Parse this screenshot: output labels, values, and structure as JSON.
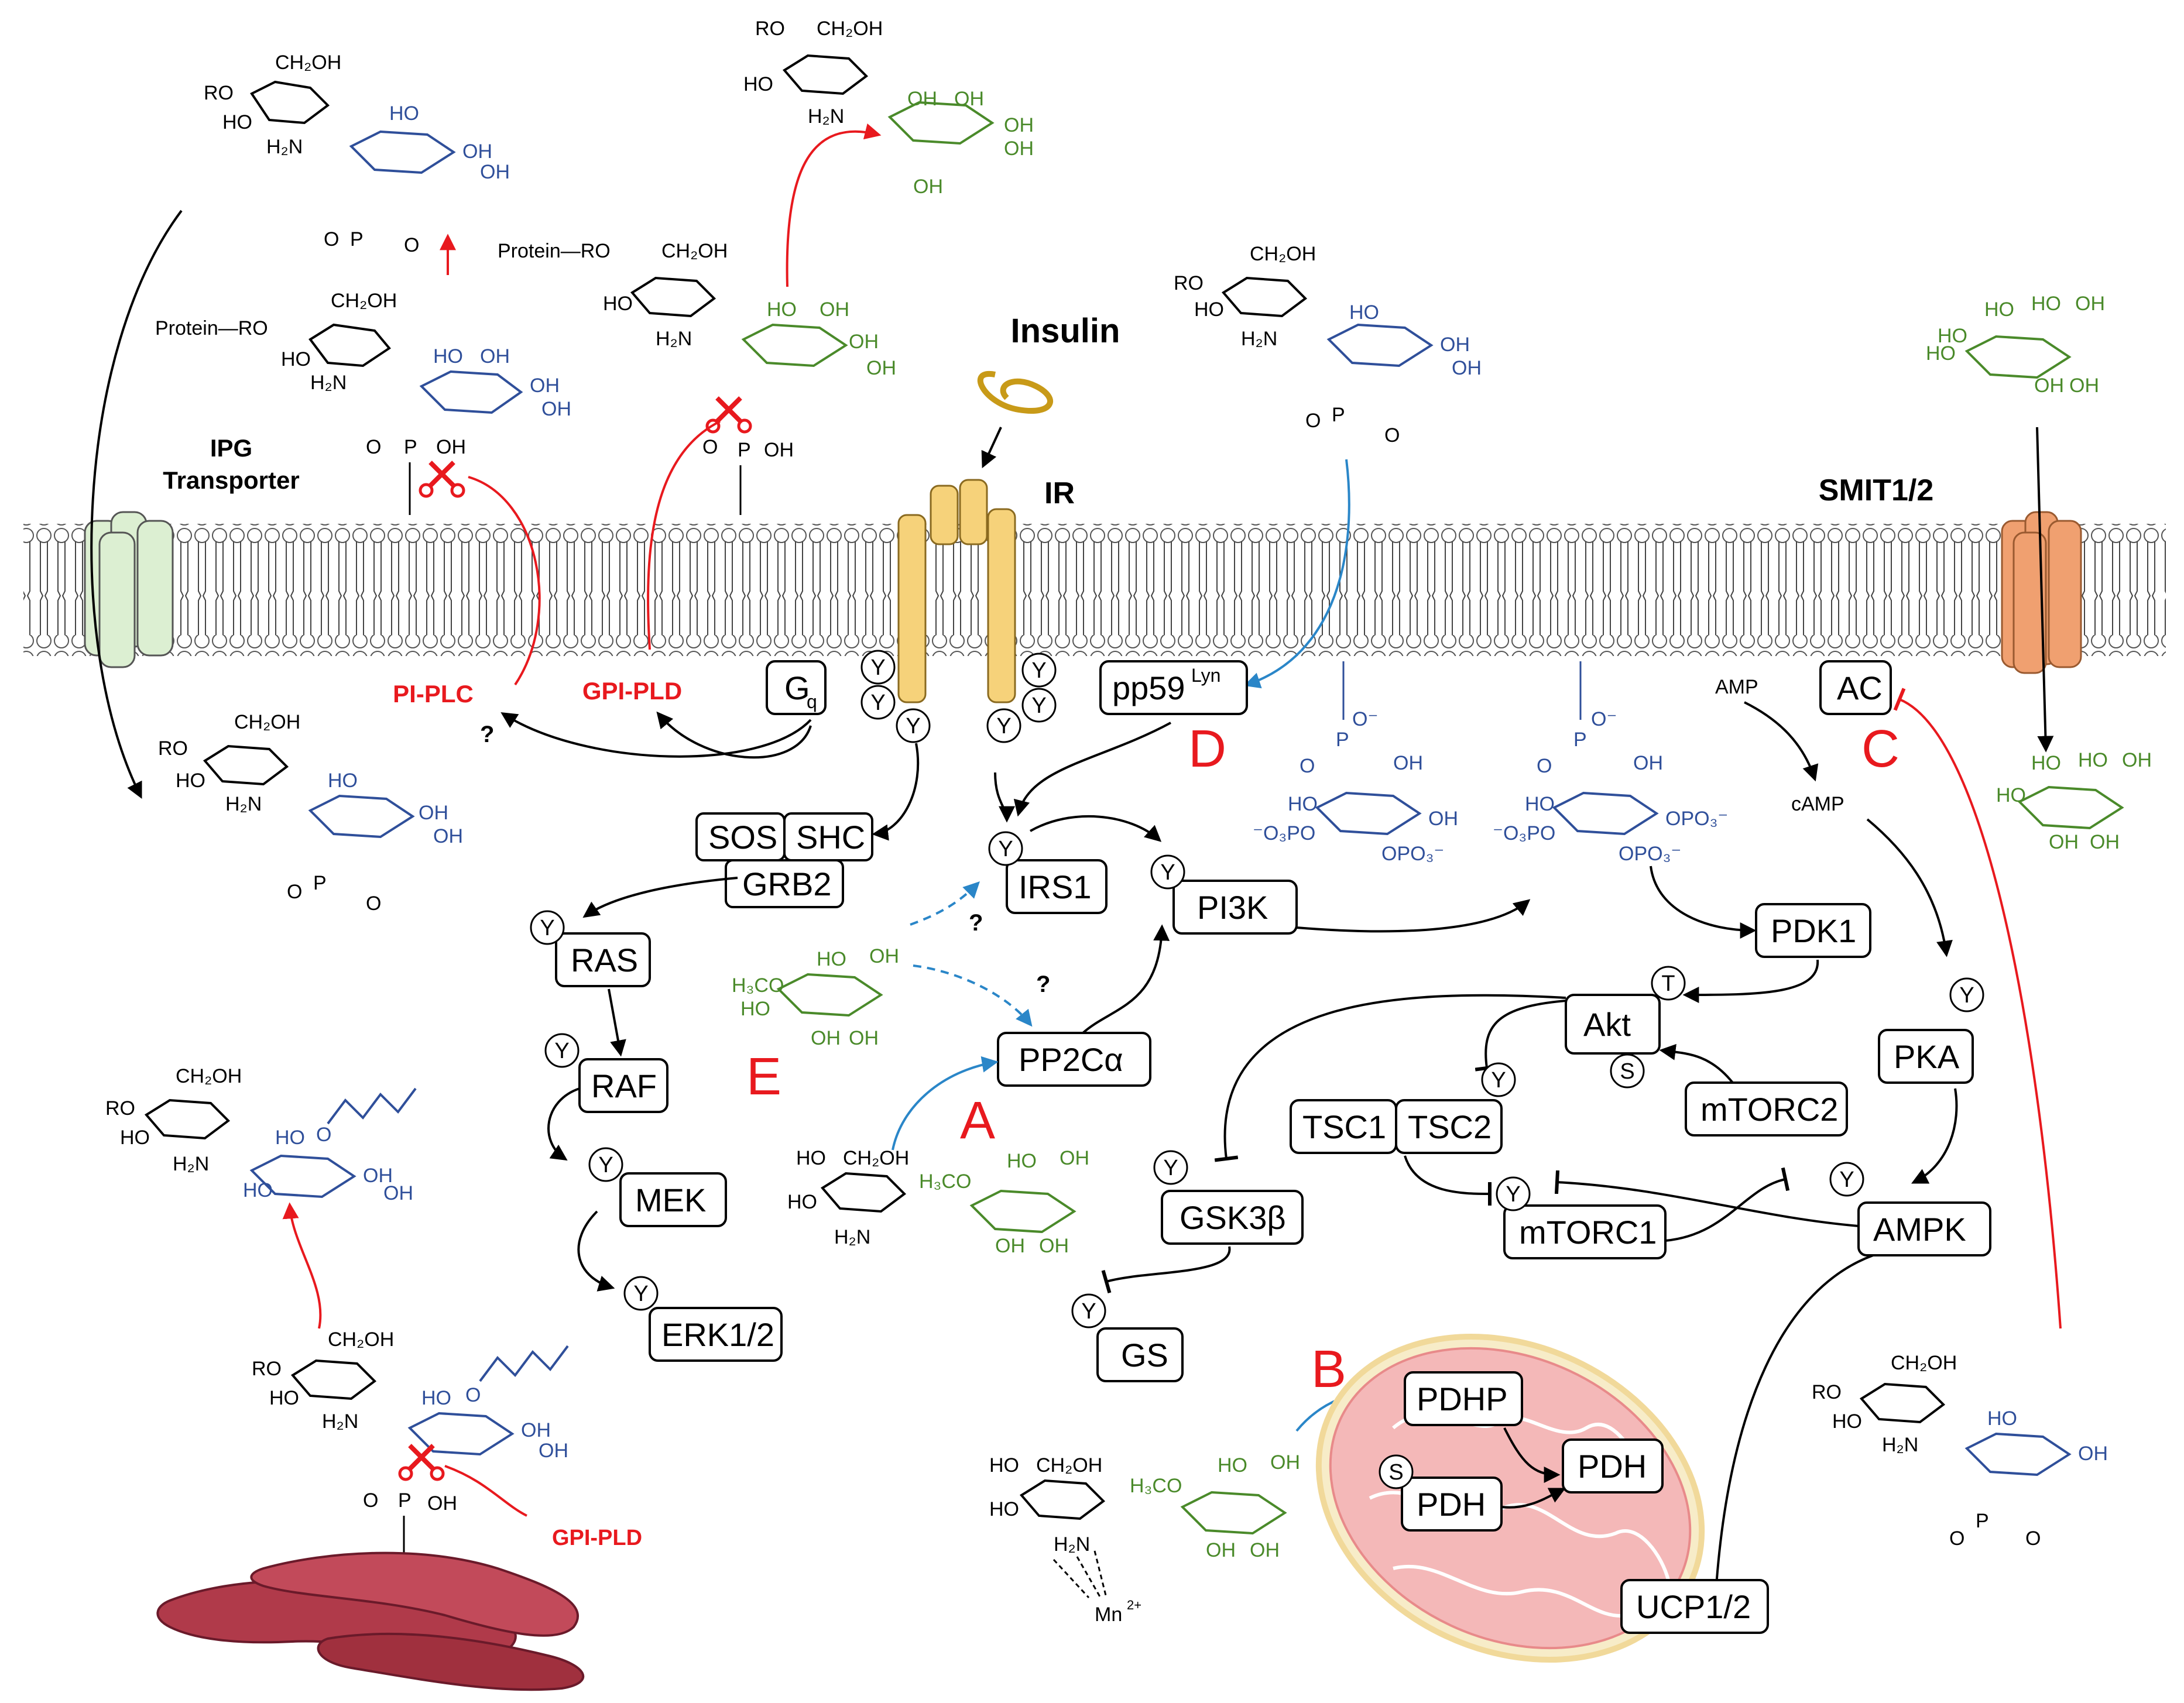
{
  "labels": {
    "ipg_transporter_1": "IPG",
    "ipg_transporter_2": "Transporter",
    "insulin": "Insulin",
    "ir": "IR",
    "smit": "SMIT1/2",
    "pi_plc": "PI-PLC",
    "gpi_pld_top": "GPI-PLD",
    "gpi_pld_bottom": "GPI-PLD",
    "question": "?",
    "letter_a": "A",
    "letter_b": "B",
    "letter_c": "C",
    "letter_d": "D",
    "letter_e": "E",
    "amp": "AMP",
    "camp": "cAMP",
    "mn": "Mn",
    "mn_sup": "2+"
  },
  "nodes": {
    "gq": "G",
    "gq_sub": "q",
    "pp59": "pp59",
    "pp59_sup": "Lyn",
    "sos": "SOS",
    "shc": "SHC",
    "grb2": "GRB2",
    "ras": "RAS",
    "raf": "RAF",
    "mek": "MEK",
    "erk": "ERK1/2",
    "irs1": "IRS1",
    "pi3k": "PI3K",
    "pp2ca": "PP2Cα",
    "pdk1": "PDK1",
    "akt": "Akt",
    "mtorc2": "mTORC2",
    "tsc1": "TSC1",
    "tsc2": "TSC2",
    "mtorc1": "mTORC1",
    "gsk3b": "GSK3β",
    "gs": "GS",
    "ampk": "AMPK",
    "pka": "PKA",
    "ac": "AC",
    "pdhp": "PDHP",
    "pdh_p": "PDH",
    "pdh": "PDH",
    "ucp": "UCP1/2"
  },
  "badges": {
    "y": "Y",
    "t": "T",
    "s": "S"
  },
  "chem": {
    "ro": "RO",
    "ch2oh": "CH₂OH",
    "ho": "HO",
    "h2n": "H₂N",
    "oh": "OH",
    "o": "O",
    "p": "P",
    "protein_ro": "Protein—RO",
    "h3co": "H₃CO",
    "o3po": "⁻O₃PO",
    "opo3": "OPO₃⁻",
    "o_minus": "O⁻"
  },
  "colors": {
    "transporter_green": "#dcefd2",
    "ir_yellow": "#f6d27a",
    "smit_orange": "#f0a070",
    "letter_red": "#e8191e",
    "arrow_blue": "#2a86c8",
    "mito_fill": "#f4b8b8",
    "mito_dark": "#b03a4a"
  }
}
